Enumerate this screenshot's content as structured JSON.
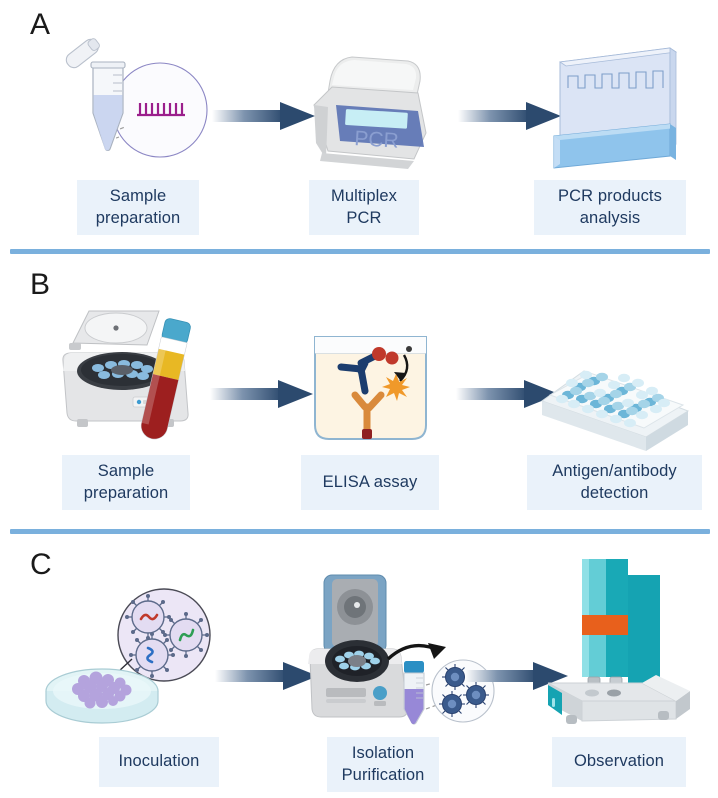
{
  "figure": {
    "type": "scientific-workflow-diagram",
    "panel_count": 3,
    "background_color": "#ffffff",
    "divider_color": "#7ab0dd",
    "label_box_color": "#eaf2fa",
    "label_text_color": "#1f3a60",
    "arrow_color": "#2c4a6e"
  },
  "panels": [
    {
      "letter": "A",
      "steps": [
        {
          "label": "Sample\npreparation",
          "icon": "microcentrifuge-tube-with-dna-magnifier-icon"
        },
        {
          "label": "Multiplex\nPCR",
          "icon": "pcr-thermocycler-icon",
          "screen_text": "PCR"
        },
        {
          "label": "PCR products\nanalysis",
          "icon": "gel-electrophoresis-tank-icon"
        }
      ],
      "arrows": [
        "arrow-a1",
        "arrow-a2"
      ]
    },
    {
      "letter": "B",
      "steps": [
        {
          "label": "Sample\npreparation",
          "icon": "centrifuge-with-blood-tube-icon"
        },
        {
          "label": "ELISA assay",
          "icon": "elisa-well-antibody-icon"
        },
        {
          "label": "Antigen/antibody\ndetection",
          "icon": "96-well-microplate-icon"
        }
      ],
      "arrows": [
        "arrow-b1",
        "arrow-b2"
      ]
    },
    {
      "letter": "C",
      "steps": [
        {
          "label": "Inoculation",
          "icon": "petri-dish-with-virus-magnifier-icon"
        },
        {
          "label": "Isolation\nPurification",
          "icon": "microcentrifuge-with-tube-and-virus-magnifier-icon"
        },
        {
          "label": "Observation",
          "icon": "inverted-microscope-icon"
        }
      ],
      "arrows": [
        "arrow-c1",
        "arrow-c2"
      ]
    }
  ],
  "colors": {
    "navy": "#2c4a6e",
    "teal": "#17a3b0",
    "orange": "#e8601c",
    "magenta": "#9b1f8c",
    "purple_colony": "#b4a3dd",
    "blood_red": "#9d1f1f",
    "serum_yellow": "#e8b824",
    "cap_blue": "#4aa8cc",
    "gel_blue": "#8fc4ec",
    "grey_body": "#dcdcdc"
  }
}
